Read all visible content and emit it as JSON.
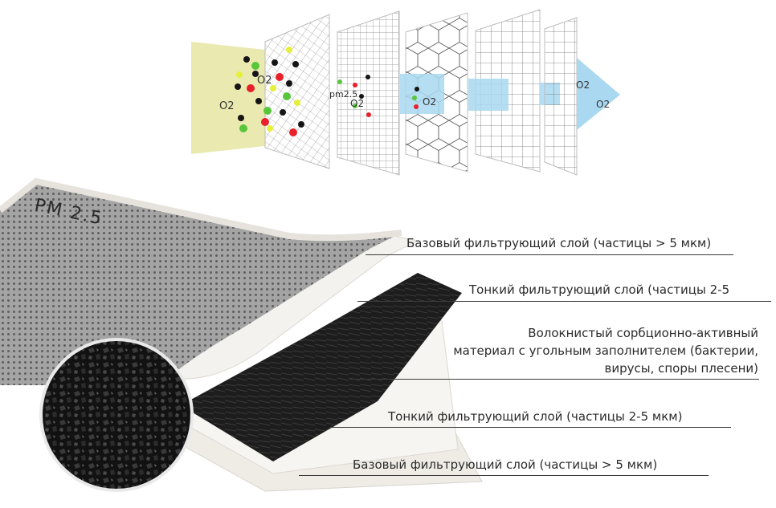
{
  "top_diagram": {
    "particle_label": "pm2.5",
    "oxygen_labels": [
      "O2",
      "O2",
      "O2",
      "O2",
      "O2",
      "O2"
    ]
  },
  "sheet": {
    "stamp": "PM 2.5"
  },
  "layers": [
    {
      "text": "Базовый фильтрующий слой (частицы > 5 мкм)"
    },
    {
      "text": "Тонкий фильтрующий слой (частицы 2-5"
    },
    {
      "lines": [
        "Волокнистый сорбционно-активный",
        "материал с угольным заполнителем (бактерии,",
        "вирусы, споры плесени)"
      ]
    },
    {
      "text": "Тонкий фильтрующий слой (частицы 2-5 мкм)"
    },
    {
      "text": "Базовый фильтрующий слой (частицы > 5 мкм)"
    }
  ],
  "colors": {
    "dirty_zone": "#eae9b0",
    "clean_zone": "#a9d8f0",
    "carbon": "#1c1c1c",
    "sheet_gray": "#9a9a9a",
    "leader": "#3a3a3a",
    "particle_red": "#e8202a",
    "particle_green": "#58c63a",
    "particle_yellow": "#e6f03a",
    "particle_black": "#151515"
  }
}
